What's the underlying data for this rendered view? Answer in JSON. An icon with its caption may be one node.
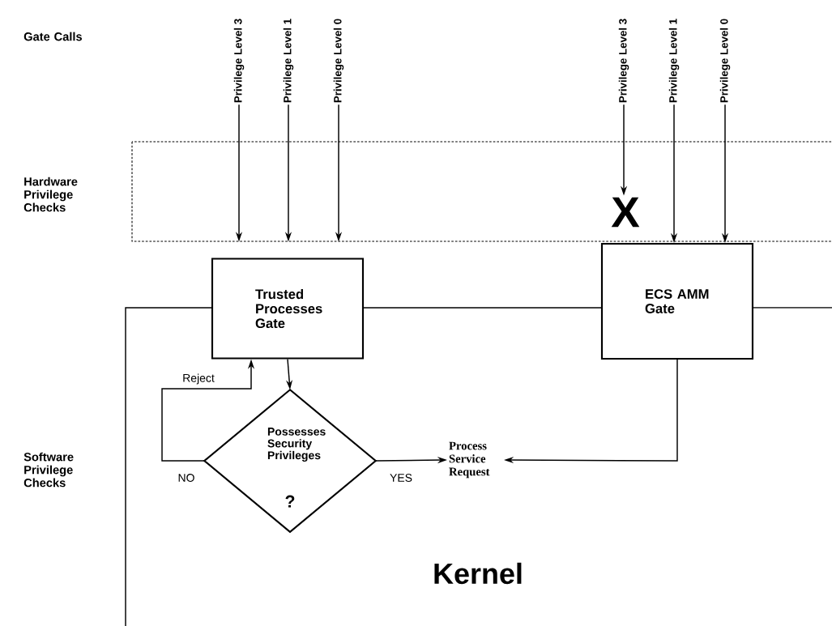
{
  "diagram": {
    "nodes": [
      {
        "text": [
          "Privilege Level 3"
        ]
      },
      {
        "text": [
          "Privilege Level 1"
        ]
      },
      {
        "text": [
          "Privilege Level 0"
        ]
      },
      {
        "text": [
          "Privilege Level 3"
        ]
      },
      {
        "text": [
          "Privilege Level 1"
        ]
      },
      {
        "text": [
          "Privilege Level 0"
        ]
      },
      {
        "text": [
          "Trusted Processes Gate"
        ]
      },
      {
        "text": [
          "ECS AMM Gate"
        ]
      },
      {
        "text": [
          "X"
        ]
      },
      {
        "text": [
          "Possesses Security Privileges",
          "?"
        ]
      },
      {
        "text": [
          "Process Service Request"
        ]
      }
    ],
    "edges": [
      {
        "from": 0,
        "to": 6,
        "arrow": "to"
      },
      {
        "from": 1,
        "to": 6,
        "arrow": "to"
      },
      {
        "from": 2,
        "to": 6,
        "arrow": "to"
      },
      {
        "from": 3,
        "to": 8,
        "arrow": "to"
      },
      {
        "from": 4,
        "to": 7,
        "arrow": "to"
      },
      {
        "from": 5,
        "to": 7,
        "arrow": "to"
      },
      {
        "from": 6,
        "to": 9,
        "arrow": "to"
      },
      {
        "from": 9,
        "to": 6,
        "arrow": "to",
        "label": "Reject"
      },
      {
        "from": 9,
        "to": 10,
        "arrow": "to",
        "label": "YES"
      },
      {
        "from": 7,
        "to": 10,
        "arrow": "to"
      }
    ],
    "labels": [
      "Gate Calls",
      "Hardware Privilege Checks",
      "Software Privilege Checks",
      "NO",
      "Kernel"
    ]
  }
}
